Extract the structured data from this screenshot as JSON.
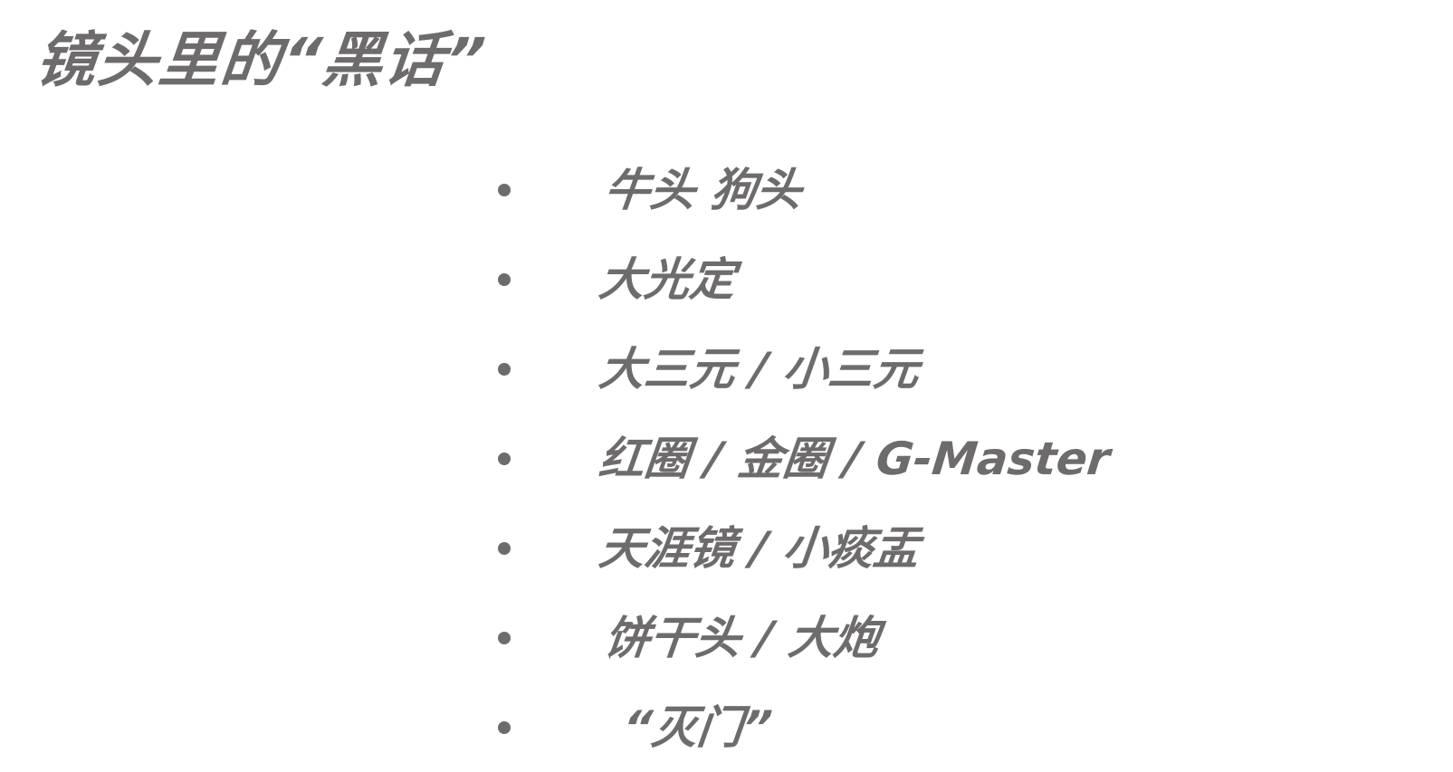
{
  "slide": {
    "title": "镜头里的“黑话”",
    "text_color": "#6e6b6c",
    "background_color": "#ffffff",
    "bullets": [
      {
        "text": "牛头 狗头"
      },
      {
        "text": "大光定"
      },
      {
        "text": "大三元 / 小三元"
      },
      {
        "text": "红圈 / 金圈 / G-Master"
      },
      {
        "text": "天涯镜 / 小痰盂"
      },
      {
        "text": "饼干头 / 大炮"
      },
      {
        "text": "“灭门”"
      }
    ]
  }
}
